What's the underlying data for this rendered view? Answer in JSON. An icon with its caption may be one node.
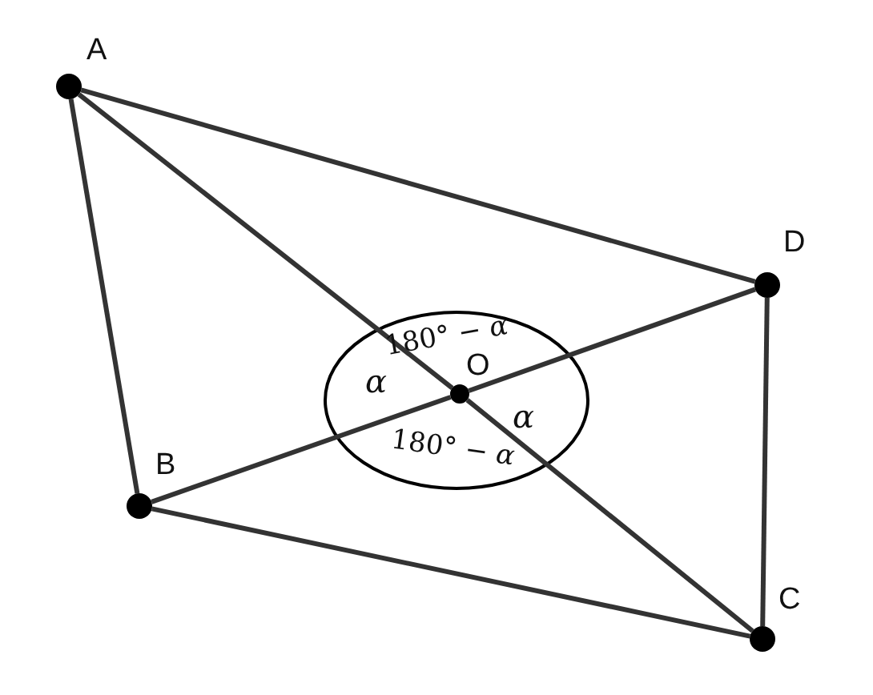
{
  "diagram": {
    "nodes": [
      {
        "text": [
          "A"
        ]
      },
      {
        "text": [
          "D"
        ]
      },
      {
        "text": [
          "O"
        ]
      },
      {
        "text": [
          "B"
        ]
      },
      {
        "text": [
          "C"
        ]
      }
    ],
    "edges": [
      {
        "from": 0,
        "to": 1,
        "arrow": "none"
      },
      {
        "from": 0,
        "to": 3,
        "arrow": "none"
      },
      {
        "from": 1,
        "to": 4,
        "arrow": "none"
      },
      {
        "from": 3,
        "to": 4,
        "arrow": "none"
      },
      {
        "from": 0,
        "to": 2,
        "arrow": "none"
      },
      {
        "from": 2,
        "to": 4,
        "arrow": "none"
      },
      {
        "from": 3,
        "to": 2,
        "arrow": "none"
      },
      {
        "from": 2,
        "to": 1,
        "arrow": "none"
      }
    ],
    "labels": [
      "180° − *α*",
      "*α*",
      "*α*",
      "180° − *α*"
    ]
  }
}
